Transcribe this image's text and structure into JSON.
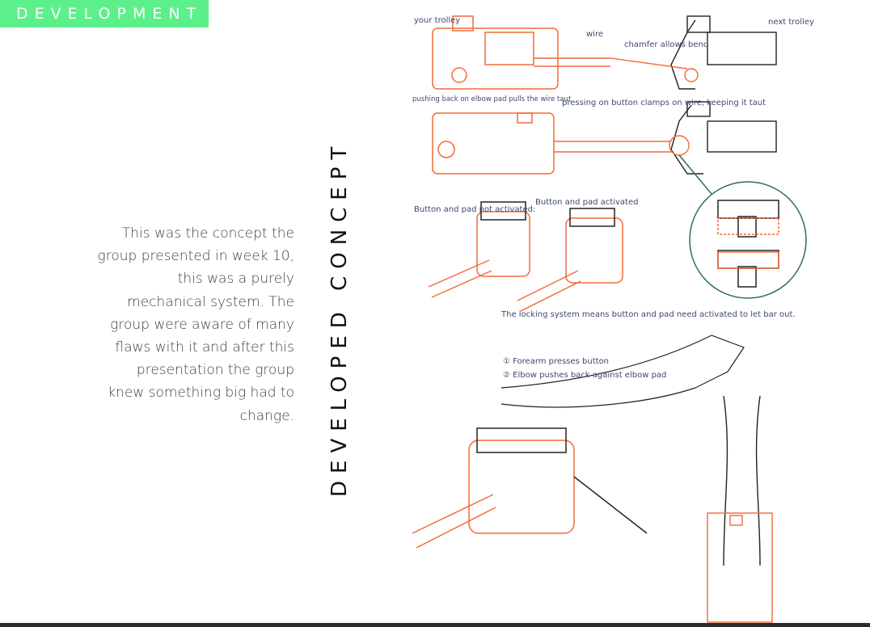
{
  "header": {
    "section_label": "DEVELOPMENT"
  },
  "title": "DEVELOPED CONCEPT",
  "description": "This was the concept the group presented in week 10, this was a purely mechanical system. The group were aware of many flaws with it and after this presentation the group knew something big had to change.",
  "sketch": {
    "annotations": {
      "your_trolley": "your trolley",
      "wire": "wire",
      "chamfer": "chamfer allows bend",
      "next_trolley": "next trolley",
      "pushing": "pushing back on elbow pad pulls the wire taut",
      "pressing": "pressing on button clamps on wire, keeping it taut",
      "button_not_active": "Button and pad not activated:",
      "button_active": "Button and pad activated",
      "locking": "The locking system means button and pad need activated to let bar out.",
      "step1": "① Forearm presses button",
      "step2": "② Elbow pushes back against elbow pad"
    }
  },
  "colors": {
    "tag_bg": "#5cf08a",
    "sketch_orange": "#f26a3a",
    "sketch_green": "#2d6f5c",
    "footer": "#2b2b2b"
  }
}
